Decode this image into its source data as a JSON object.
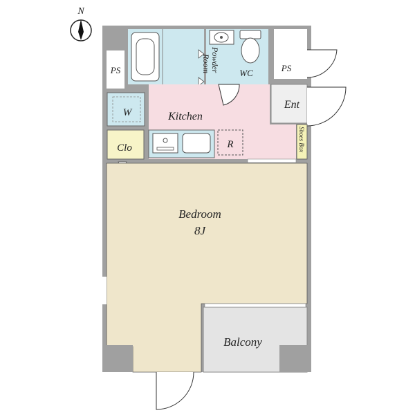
{
  "compass": {
    "label": "N"
  },
  "rooms": {
    "ps_left": "PS",
    "ps_right": "PS",
    "powder_room_1": "Powder",
    "powder_room_2": "Room",
    "wc": "WC",
    "washer": "W",
    "kitchen": "Kitchen",
    "refrigerator": "R",
    "entrance": "Ent",
    "shoes_box": "Shoes Box",
    "closet": "Clo",
    "bedroom": "Bedroom",
    "bedroom_size": "8J",
    "balcony": "Balcony"
  },
  "colors": {
    "wall": "#a0a0a0",
    "bath": "#cde8ef",
    "kitchen": "#f7dde2",
    "bedroom": "#efe6cb",
    "closet": "#f7f4c8",
    "shoes_box": "#f5f2b8",
    "balcony": "#e4e4e4",
    "entrance": "#efefef"
  }
}
